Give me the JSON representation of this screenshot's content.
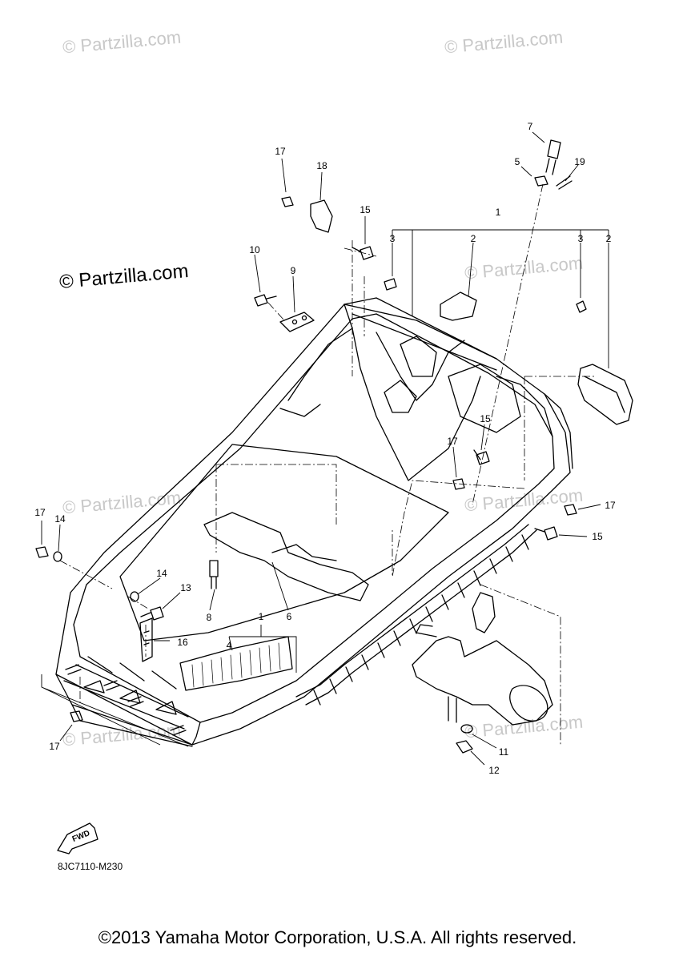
{
  "watermarks": {
    "text_small": "© Partzilla.com",
    "text_main": "© Partzilla.com"
  },
  "callouts": {
    "c1_top": "1",
    "c1_bottom": "1",
    "c2_left": "2",
    "c2_right": "2",
    "c3_left": "3",
    "c3_right": "3",
    "c4": "4",
    "c5": "5",
    "c6": "6",
    "c7": "7",
    "c8": "8",
    "c9": "9",
    "c10": "10",
    "c11": "11",
    "c12": "12",
    "c13": "13",
    "c14_left": "14",
    "c14_mid": "14",
    "c15_top": "15",
    "c15_mid": "15",
    "c15_right": "15",
    "c16": "16",
    "c17_top": "17",
    "c17_left": "17",
    "c17_mid": "17",
    "c17_right": "17",
    "c17_bottom": "17",
    "c18": "18",
    "c19": "19"
  },
  "fwd_label": "FWD",
  "diagram_code": "8JC7110-M230",
  "copyright": "©2013 Yamaha Motor Corporation, U.S.A. All rights reserved."
}
